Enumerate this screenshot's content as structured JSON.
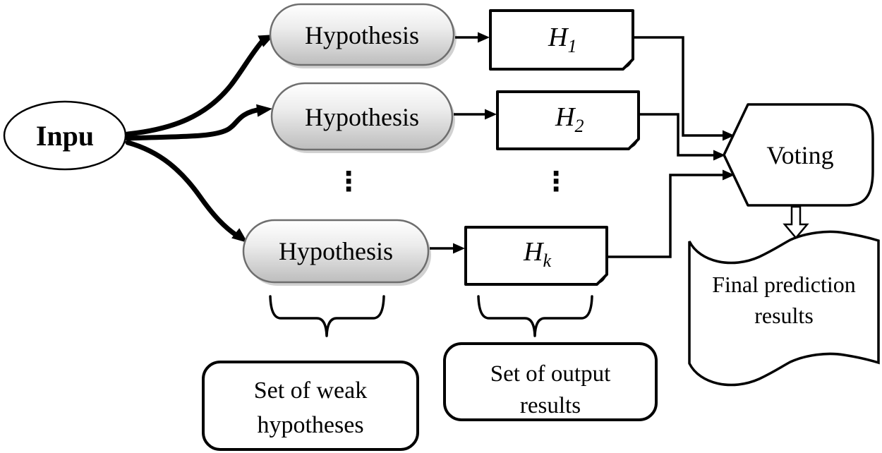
{
  "diagram": {
    "input": {
      "label": "Inpu"
    },
    "hypotheses": {
      "pill1_label": "Hypothesis",
      "pill2_label": "Hypothesis",
      "pill3_label": "Hypothesis"
    },
    "outputs": {
      "h1": {
        "base": "H",
        "sub": "1"
      },
      "h2": {
        "base": "H",
        "sub": "2"
      },
      "hk": {
        "base": "H",
        "sub": "k"
      }
    },
    "ellipsis": "⋮",
    "voting": {
      "label": "Voting"
    },
    "final_result": {
      "line1": "Final prediction",
      "line2": "results"
    },
    "weak_set_box": {
      "line1": "Set of weak",
      "line2": "hypotheses"
    },
    "output_set_box": {
      "line1": "Set of output",
      "line2": "results"
    }
  },
  "colors": {
    "line": "#000000",
    "shape_fill": "#ffffff",
    "pill_top": "#ffffff",
    "pill_mid": "#ececec",
    "pill_bottom": "#bdbdbd",
    "pill_border": "#6e6e6e",
    "pill_shadow": "#c6c6c6"
  }
}
